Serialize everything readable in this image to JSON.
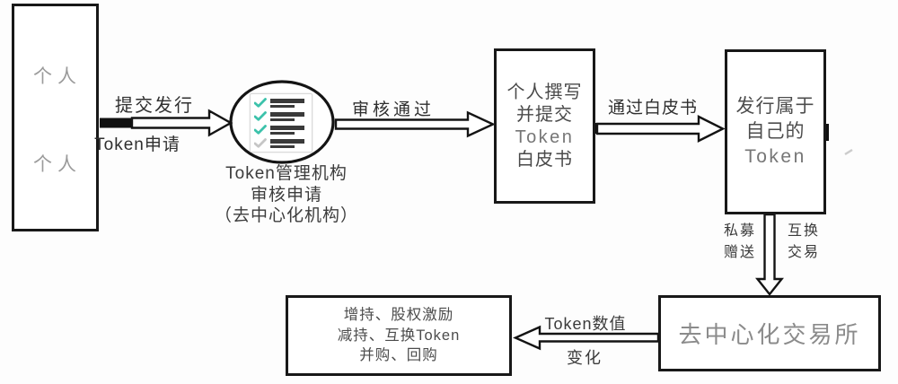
{
  "flow": {
    "individuals_box": {
      "label_top": "个人",
      "label_bottom": "个人",
      "icons": [
        "users-dark-icon",
        "users-outline-icon",
        "crowd-icon"
      ]
    },
    "submit_arrow": {
      "line1": "提交发行",
      "line2": "Token申请"
    },
    "authority": {
      "icon": "checklist-icon",
      "line1": "Token管理机构",
      "line2": "审核申请",
      "line3": "（去中心化机构）"
    },
    "approve_arrow": {
      "label": "审核通过"
    },
    "whitepaper_box": {
      "line1": "个人撰写",
      "line2": "并提交",
      "line3": "Token",
      "line4": "白皮书"
    },
    "whitepaper_arrow": {
      "label": "通过白皮书"
    },
    "issue_box": {
      "line1": "发行属于",
      "line2": "自己的",
      "line3": "Token"
    },
    "distribute_arrow": {
      "left1": "私募",
      "left2": "赠送",
      "right1": "互换",
      "right2": "交易"
    },
    "exchange_box": {
      "label": "去中心化交易所"
    },
    "value_arrow": {
      "line1": "Token数值",
      "line2": "变化"
    },
    "actions_box": {
      "line1": "增持、股权激励",
      "line2": "减持、互换Token",
      "line3": "并购、回购"
    }
  },
  "colors": {
    "outline": "#181818",
    "check_teal": "#3cc2ab",
    "gray_text": "#8b8b8b",
    "dark_text": "#3a3a3a"
  }
}
